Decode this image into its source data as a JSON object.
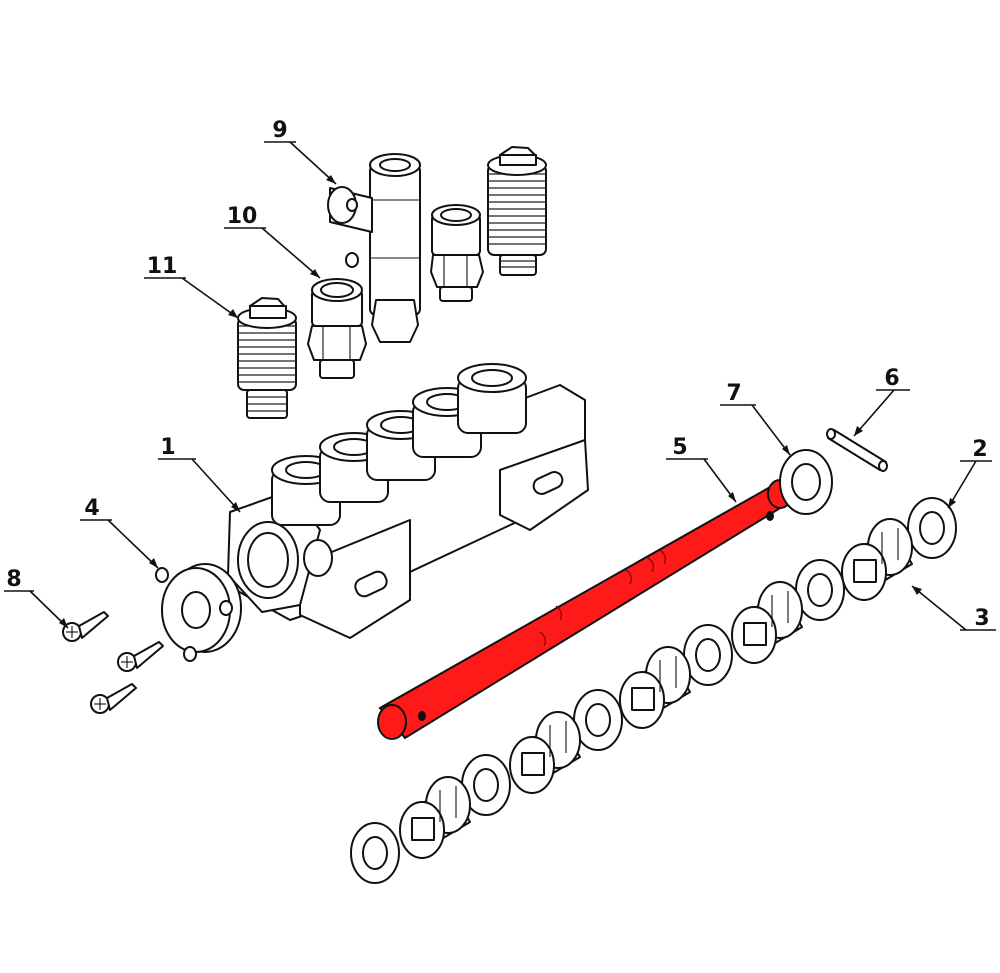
{
  "diagram": {
    "highlight_color": "#ff1a1a",
    "line_color": "#111111",
    "callouts": [
      {
        "id": "1",
        "label": "1",
        "part": "manifold-body"
      },
      {
        "id": "2",
        "label": "2",
        "part": "end-washer"
      },
      {
        "id": "3",
        "label": "3",
        "part": "valve-cage"
      },
      {
        "id": "4",
        "label": "4",
        "part": "shaft-flange"
      },
      {
        "id": "5",
        "label": "5",
        "part": "selector-shaft"
      },
      {
        "id": "6",
        "label": "6",
        "part": "dowel-pin"
      },
      {
        "id": "7",
        "label": "7",
        "part": "shaft-washer"
      },
      {
        "id": "8",
        "label": "8",
        "part": "screw"
      },
      {
        "id": "9",
        "label": "9",
        "part": "tee-fitting"
      },
      {
        "id": "10",
        "label": "10",
        "part": "push-fitting"
      },
      {
        "id": "11",
        "label": "11",
        "part": "silencer"
      }
    ]
  }
}
